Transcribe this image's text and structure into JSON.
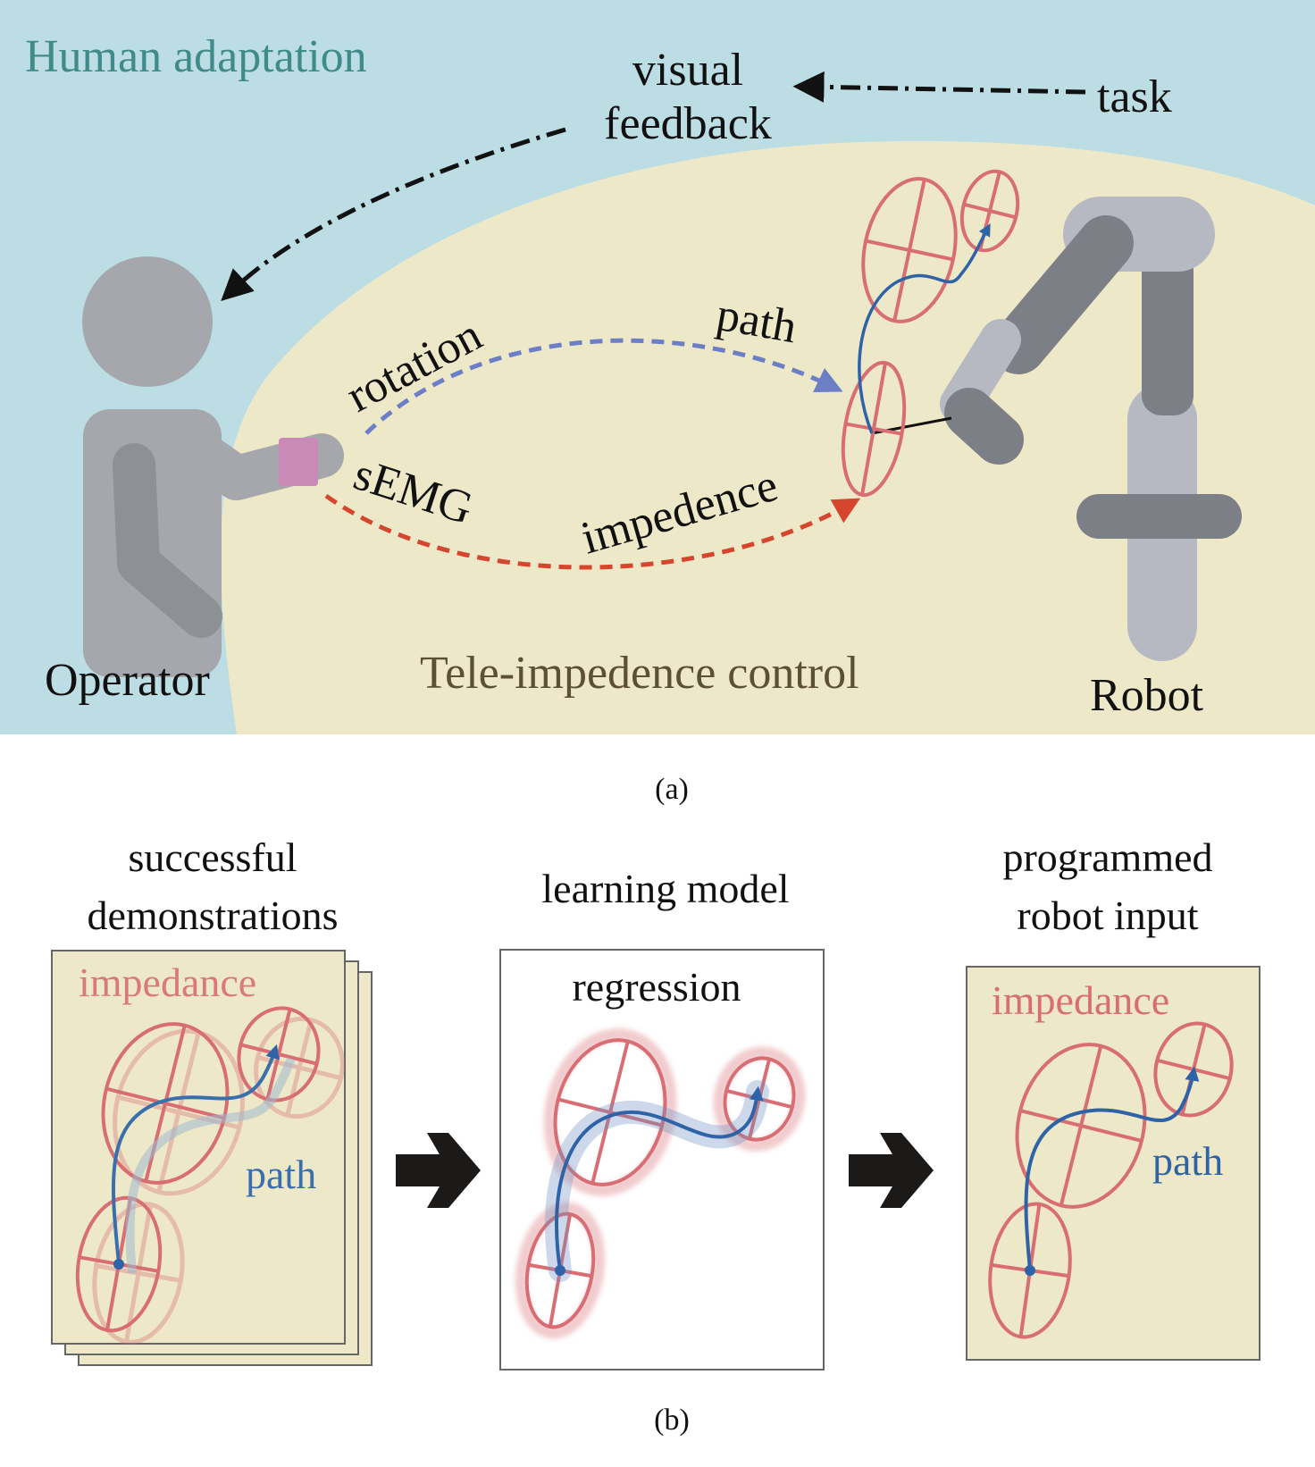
{
  "panel_a": {
    "human_adaptation": "Human adaptation",
    "visual": "visual",
    "feedback": "feedback",
    "task": "task",
    "rotation": "rotation",
    "path": "path",
    "semg": "sEMG",
    "impedence": "impedence",
    "operator": "Operator",
    "tele_control": "Tele-impedence control",
    "robot": "Robot",
    "caption": "(a)"
  },
  "panel_b": {
    "demo_line1": "successful",
    "demo_line2": "demonstrations",
    "demo_impedance": "impedance",
    "demo_path": "path",
    "model_title": "learning model",
    "model_regression": "regression",
    "prog_line1": "programmed",
    "prog_line2": "robot input",
    "prog_impedance": "impedance",
    "prog_path": "path",
    "caption": "(b)"
  },
  "colors": {
    "sky_blue": "#bcdde3",
    "cream": "#ede8c8",
    "teal_text": "#3e8b8a",
    "olive_text": "#5b5033",
    "ellipse_red": "#d86d73",
    "path_blue": "#2f63a8",
    "dash_blue": "#6c7ec6",
    "dash_red": "#d6452e",
    "person_gray": "#a5a7ac",
    "robot_light": "#b7b9c2",
    "robot_dark": "#7d7f86",
    "sensor_pink": "#c98ab8"
  }
}
